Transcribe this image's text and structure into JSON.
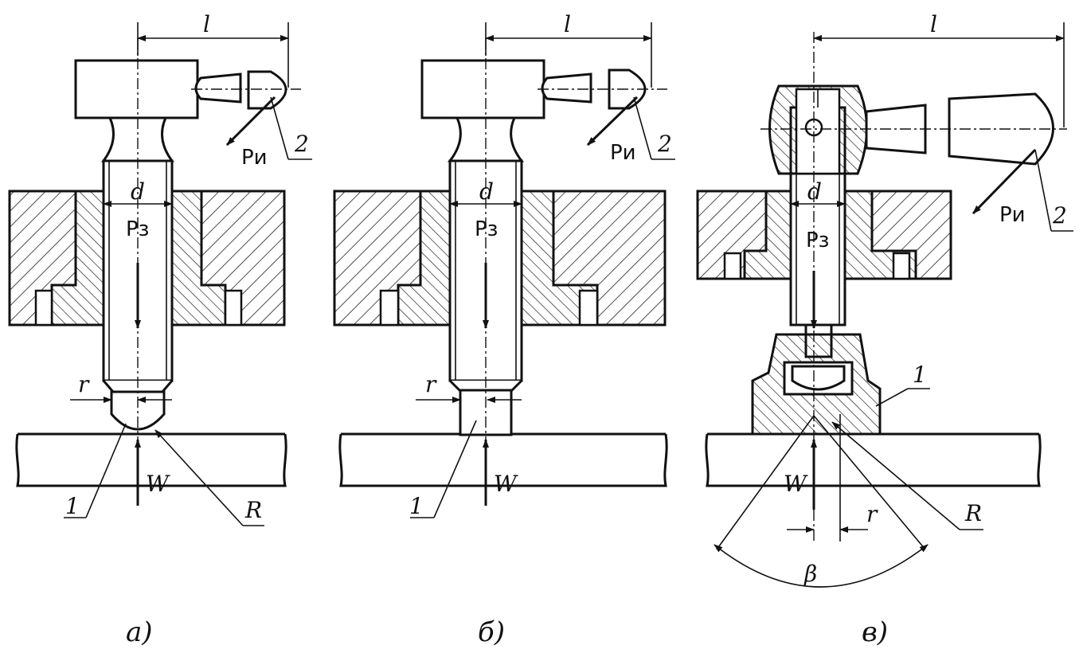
{
  "labels": {
    "length": "l",
    "diameter": "d",
    "radius_small": "r",
    "radius_large": "R",
    "clamp_force": "Pз",
    "handle_force": "Pи",
    "reaction": "W",
    "angle": "β",
    "part1": "1",
    "part2": "2"
  },
  "captions": [
    "а)",
    "б)",
    "в)"
  ]
}
